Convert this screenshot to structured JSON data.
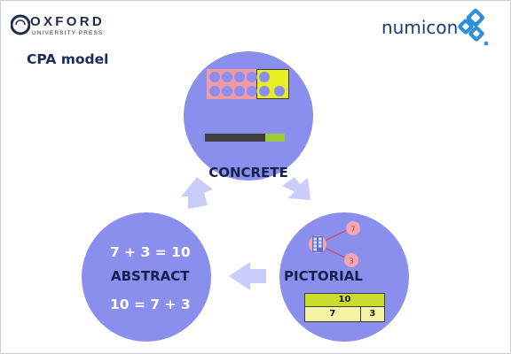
{
  "brand": {
    "publisher_name": "OXFORD",
    "publisher_sub": "UNIVERSITY PRESS",
    "product_name": "numicon"
  },
  "page": {
    "title": "CPA model"
  },
  "stages": {
    "concrete": {
      "label": "CONCRETE",
      "progress": 0.75
    },
    "pictorial": {
      "label": "PICTORIAL",
      "part_whole": {
        "part_a": "7",
        "part_b": "3"
      },
      "bar_model": {
        "whole": "10",
        "part_a": "7",
        "part_b": "3"
      }
    },
    "abstract": {
      "label": "ABSTRACT",
      "equation_1": "7 + 3 = 10",
      "equation_2": "10 = 7 + 3"
    }
  },
  "colors": {
    "circle": "#8a8fee",
    "arrow": "#c9cdfa",
    "plate_pink": "#f29aa3",
    "plate_yellow": "#e9ee22",
    "hole": "#8a8fee",
    "bar_dark": "#3f3f3f",
    "bar_green": "#9ccb3a"
  }
}
